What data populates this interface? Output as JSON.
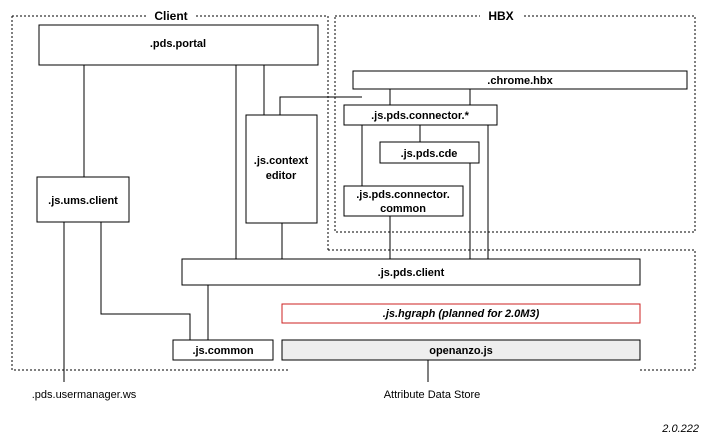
{
  "regions": {
    "client": "Client",
    "hbx": "HBX"
  },
  "components": {
    "pds_portal": ".pds.portal",
    "chrome_hbx": ".chrome.hbx",
    "js_pds_connector": ".js.pds.connector.*",
    "js_pds_cde": ".js.pds.cde",
    "js_context_editor_line1": ".js.context",
    "js_context_editor_line2": "editor",
    "js_pds_connector_common_line1": ".js.pds.connector.",
    "js_pds_connector_common_line2": "common",
    "js_ums_client": ".js.ums.client",
    "js_pds_client": ".js.pds.client",
    "js_hgraph": ".js.hgraph (planned for 2.0M3)",
    "js_common": ".js.common",
    "openanzo_js": "openanzo.js"
  },
  "external": {
    "pds_usermanager_ws": ".pds.usermanager.ws",
    "attribute_data_store": "Attribute Data Store"
  },
  "version": "2.0.222",
  "colors": {
    "hgraph_border": "#cc2222",
    "openanzo_fill": "#eeeeee"
  }
}
